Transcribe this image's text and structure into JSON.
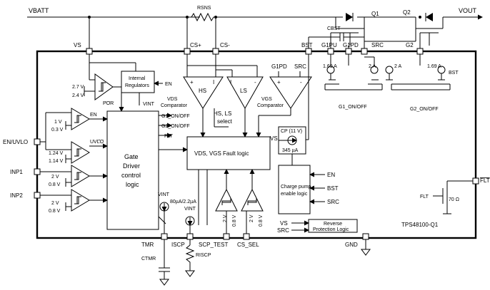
{
  "net": {
    "vbatt": "VBATT",
    "vout": "VOUT",
    "rsns": "RSNS",
    "q1": "Q1",
    "q2": "Q2",
    "cbst": "CBST",
    "ctmr": "CTMR",
    "riscp": "RISCP"
  },
  "pins": {
    "vs": "VS",
    "cs_plus": "CS+",
    "cs_minus": "CS-",
    "bst": "BST",
    "g1pu": "G1PU",
    "g1pd": "G1PD",
    "src": "SRC",
    "g2": "G2",
    "en_uvlo": "EN/UVLO",
    "inp1": "INP1",
    "inp2": "INP2",
    "tmr": "TMR",
    "iscp": "ISCP",
    "scp_test": "SCP_TEST",
    "cs_sel": "CS_SEL",
    "gnd": "GND",
    "flt": "FLT"
  },
  "blocks": {
    "internal_regulators_line1": "Internal",
    "internal_regulators_line2": "Regulators",
    "gate_driver_line1": "Gate",
    "gate_driver_line2": "Driver",
    "gate_driver_line3": "control",
    "gate_driver_line4": "logic",
    "fault_logic": "VDS, VGS Fault logic",
    "charge_pump_en_line1": "Charge pump",
    "charge_pump_en_line2": "enable logic",
    "reverse_prot_line1": "Reverse",
    "reverse_prot_line2": "Protection Logic",
    "cp_label": "CP (11 V)",
    "cp_current": "345 µA",
    "part": "TPS48100-Q1"
  },
  "comparators": {
    "hs": "HS",
    "ls": "LS",
    "vds_line1": "VDS",
    "vds_line2": "Comparator",
    "vgs_line1": "VGS",
    "vgs_line2": "Comparator",
    "hs_ls_select_line1": "HS, LS",
    "hs_ls_select_line2": "select",
    "g1pd_in": "G1PD",
    "src_in": "SRC",
    "plus": "+",
    "minus": "-",
    "i": "I"
  },
  "signals": {
    "en": "EN",
    "vint": "VINT",
    "por": "POR",
    "g1_on_off": "G1_ON/OFF",
    "g2_on_off": "G2_ON/OFF",
    "flt": "FLT",
    "uvlo": "UVLO",
    "bst": "BST",
    "src": "SRC",
    "vs": "VS",
    "flt_ohm": "70 Ω"
  },
  "values": {
    "v27": "2.7 V",
    "v24": "2.4 V",
    "v1": "1 V",
    "v03": "0.3 V",
    "v124": "1.24 V",
    "v114": "1.14 V",
    "v2a": "2 V",
    "v08a": "0.8 V",
    "v2b": "2 V",
    "v08b": "0.8 V",
    "i169a": "1.69 A",
    "i2a": "2 A",
    "i2b": "2 A",
    "i169b": "1.69 A",
    "i_tmr": "80µA/2.2µA",
    "scp_2v": "2 V",
    "scp_08v": "0.8 V",
    "cs_2v": "2 V",
    "cs_08v": "0.8 V"
  }
}
